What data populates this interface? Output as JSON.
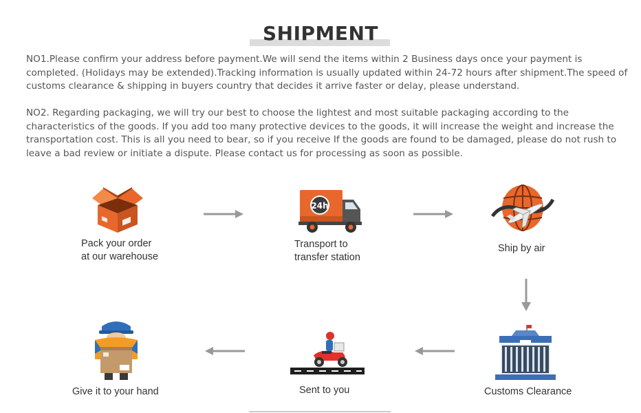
{
  "title": "SHIPMENT",
  "paragraphs": {
    "no1": "NO1.Please confirm your address before payment.We will send the items within 2 Business days once your payment is completed. (Holidays may be extended).Tracking information is usually updated within 24-72 hours after shipment.The speed of customs clearance & shipping in buyers country that decides it arrive faster or delay, please understand.",
    "no2": "NO2. Regarding packaging, we will try our best to choose the lightest and most suitable packaging according to the characteristics of the goods. If you add too many protective devices to the goods, it will increase the weight and increase the transportation cost. This is all you need to bear, so if you receive If the goods are found to be damaged, please do not rush to leave a bad review or initiate a dispute. Please contact us for processing as soon as possible."
  },
  "steps": {
    "pack": {
      "line1": "Pack your order",
      "line2": "at our warehouse",
      "icon": "open-box-icon"
    },
    "transport": {
      "line1": "Transport to",
      "line2": "transfer station",
      "icon": "delivery-truck-24h-icon",
      "badge": "24h"
    },
    "air": {
      "line1": "Ship by air",
      "icon": "globe-airplane-icon"
    },
    "customs": {
      "line1": "Customs Clearance",
      "icon": "customs-building-icon"
    },
    "sent": {
      "line1": "Sent to you",
      "icon": "delivery-scooter-icon"
    },
    "give": {
      "line1": "Give it to your hand",
      "icon": "courier-holding-package-icon"
    }
  },
  "colors": {
    "orange": "#e8672c",
    "arrow_gray": "#999999",
    "text": "#555555",
    "building_blue": "#3d6fb6"
  }
}
